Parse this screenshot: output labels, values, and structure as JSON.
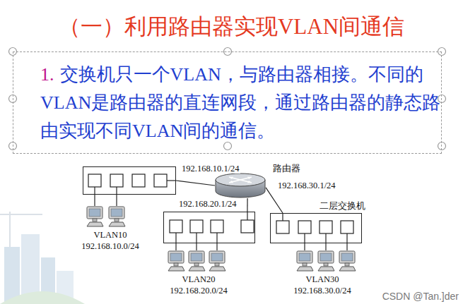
{
  "diagram": {
    "title": "（一）利用路由器实现VLAN间通信",
    "nodes": [
      {
        "text": [
          "1.",
          "交换机只一个VLAN，与路由器相接。不同的VLAN是路由器的直连网段，通过路由器的静态路由实现不同VLAN间的通信。"
        ]
      },
      {
        "text": [
          "VLAN10",
          "192.168.10.0/24"
        ]
      },
      {
        "text": [
          "路由器"
        ]
      },
      {
        "text": [
          "VLAN20",
          "192.168.20.0/24"
        ]
      },
      {
        "text": [
          "二层交换机",
          "VLAN30",
          "192.168.30.0/24"
        ]
      }
    ],
    "edges": [
      {
        "from": 2,
        "to": 1,
        "arrow": "none",
        "label": "192.168.10.1/24"
      },
      {
        "from": 2,
        "to": 3,
        "arrow": "none",
        "label": "192.168.20.1/24"
      },
      {
        "from": 2,
        "to": 4,
        "arrow": "none",
        "label": "192.168.30.1/24"
      }
    ],
    "labels": [
      "CSDN @Tan.]der"
    ]
  }
}
